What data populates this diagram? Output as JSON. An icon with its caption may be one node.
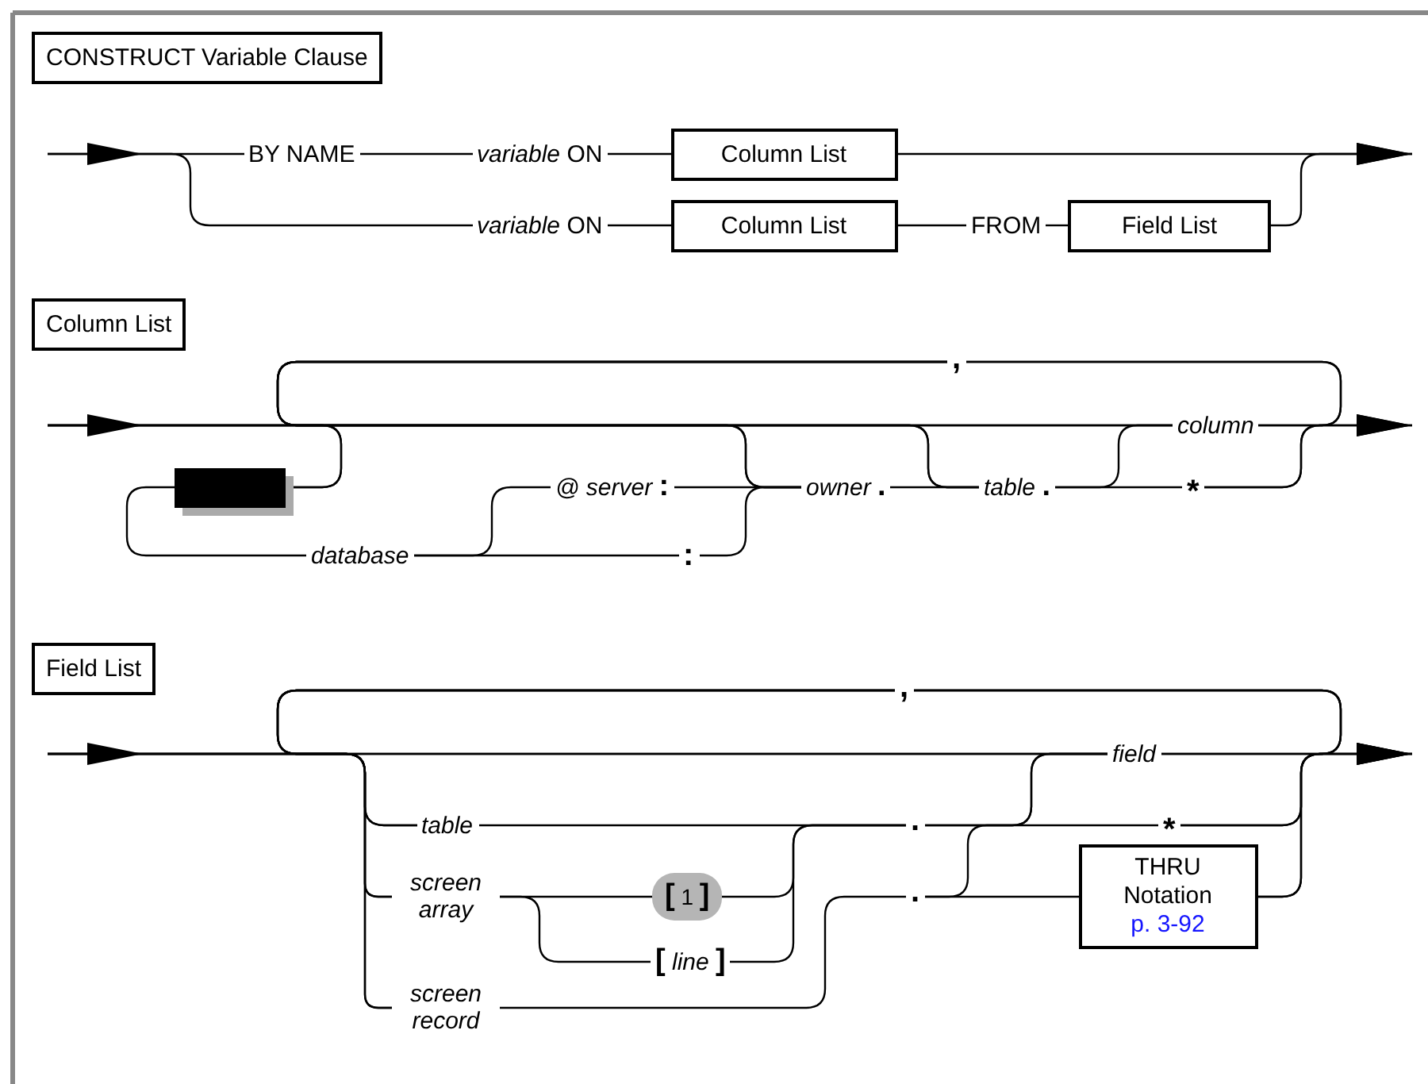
{
  "diagram": {
    "nodes": [
      {
        "text": [
          "CONSTRUCT Variable Clause"
        ]
      },
      {
        "text": [
          "BY NAME"
        ]
      },
      {
        "text": [
          "*variable* ON"
        ]
      },
      {
        "text": [
          "Column List"
        ]
      },
      {
        "text": [
          "*variable* ON"
        ]
      },
      {
        "text": [
          "Column List"
        ]
      },
      {
        "text": [
          "FROM"
        ]
      },
      {
        "text": [
          "Field List"
        ]
      },
      {
        "text": [
          "Column List"
        ]
      },
      {
        "text": [],
        "shape": "box"
      },
      {
        "text": [
          "database"
        ]
      },
      {
        "text": [
          "*@ server* **:**"
        ]
      },
      {
        "text": [
          ":"
        ]
      },
      {
        "text": [
          "*owner* **.**"
        ]
      },
      {
        "text": [
          "*table* **.**"
        ]
      },
      {
        "text": [
          "column"
        ]
      },
      {
        "text": [
          "*"
        ]
      },
      {
        "text": [
          ","
        ]
      },
      {
        "text": [
          "Field List"
        ]
      },
      {
        "text": [
          "field"
        ]
      },
      {
        "text": [
          "table"
        ]
      },
      {
        "text": [
          "screen array"
        ]
      },
      {
        "text": [
          "**[** 1 **]**"
        ]
      },
      {
        "text": [
          "**[** *line* **]**"
        ]
      },
      {
        "text": [
          "screen record"
        ]
      },
      {
        "text": [
          "."
        ]
      },
      {
        "text": [
          "."
        ]
      },
      {
        "text": [
          "*"
        ]
      },
      {
        "text": [
          "THRU Notation",
          "p. 3-92"
        ]
      },
      {
        "text": [
          ","
        ]
      }
    ],
    "edges": [
      {
        "from": null,
        "to": 1,
        "arrow": "none"
      },
      {
        "from": null,
        "to": 4,
        "arrow": "none"
      },
      {
        "from": 1,
        "to": 2,
        "arrow": "none"
      },
      {
        "from": 2,
        "to": 3,
        "arrow": "none"
      },
      {
        "from": 4,
        "to": 5,
        "arrow": "none"
      },
      {
        "from": 5,
        "to": 6,
        "arrow": "none"
      },
      {
        "from": 6,
        "to": 7,
        "arrow": "none"
      },
      {
        "from": 3,
        "to": null,
        "arrow": "to"
      },
      {
        "from": 7,
        "to": null,
        "arrow": "to"
      },
      {
        "from": null,
        "to": 9,
        "arrow": "none"
      },
      {
        "from": null,
        "to": 13,
        "arrow": "none"
      },
      {
        "from": null,
        "to": 14,
        "arrow": "none"
      },
      {
        "from": null,
        "to": 15,
        "arrow": "none"
      },
      {
        "from": 9,
        "to": 10,
        "arrow": "none"
      },
      {
        "from": 10,
        "to": 11,
        "arrow": "none"
      },
      {
        "from": 10,
        "to": 12,
        "arrow": "none"
      },
      {
        "from": 11,
        "to": 13,
        "arrow": "none"
      },
      {
        "from": 12,
        "to": 13,
        "arrow": "none"
      },
      {
        "from": 13,
        "to": 14,
        "arrow": "none"
      },
      {
        "from": 14,
        "to": 15,
        "arrow": "none"
      },
      {
        "from": 14,
        "to": 16,
        "arrow": "none"
      },
      {
        "from": 15,
        "to": null,
        "arrow": "to"
      },
      {
        "from": 16,
        "to": null,
        "arrow": "to"
      },
      {
        "from": 15,
        "to": 17,
        "arrow": "none"
      },
      {
        "from": 16,
        "to": 17,
        "arrow": "none"
      },
      {
        "from": 17,
        "to": 9,
        "arrow": "none"
      },
      {
        "from": 17,
        "to": 13,
        "arrow": "none"
      },
      {
        "from": 17,
        "to": 14,
        "arrow": "none"
      },
      {
        "from": 17,
        "to": 15,
        "arrow": "none"
      },
      {
        "from": null,
        "to": 19,
        "arrow": "none"
      },
      {
        "from": null,
        "to": 20,
        "arrow": "none"
      },
      {
        "from": null,
        "to": 21,
        "arrow": "none"
      },
      {
        "from": null,
        "to": 24,
        "arrow": "none"
      },
      {
        "from": 20,
        "to": 25,
        "arrow": "none"
      },
      {
        "from": 21,
        "to": 22,
        "arrow": "none"
      },
      {
        "from": 21,
        "to": 23,
        "arrow": "none"
      },
      {
        "from": 22,
        "to": 25,
        "arrow": "none"
      },
      {
        "from": 23,
        "to": 25,
        "arrow": "none"
      },
      {
        "from": 24,
        "to": 26,
        "arrow": "none"
      },
      {
        "from": 25,
        "to": 19,
        "arrow": "none"
      },
      {
        "from": 25,
        "to": 27,
        "arrow": "none"
      },
      {
        "from": 26,
        "to": 19,
        "arrow": "none"
      },
      {
        "from": 26,
        "to": 28,
        "arrow": "none"
      },
      {
        "from": 19,
        "to": null,
        "arrow": "to"
      },
      {
        "from": 27,
        "to": null,
        "arrow": "to"
      },
      {
        "from": 28,
        "to": null,
        "arrow": "to"
      },
      {
        "from": 19,
        "to": 29,
        "arrow": "none"
      },
      {
        "from": 27,
        "to": 29,
        "arrow": "none"
      },
      {
        "from": 28,
        "to": 29,
        "arrow": "none"
      },
      {
        "from": 29,
        "to": 19,
        "arrow": "none"
      },
      {
        "from": 29,
        "to": 20,
        "arrow": "none"
      },
      {
        "from": 29,
        "to": 21,
        "arrow": "none"
      },
      {
        "from": 29,
        "to": 24,
        "arrow": "none"
      }
    ]
  }
}
